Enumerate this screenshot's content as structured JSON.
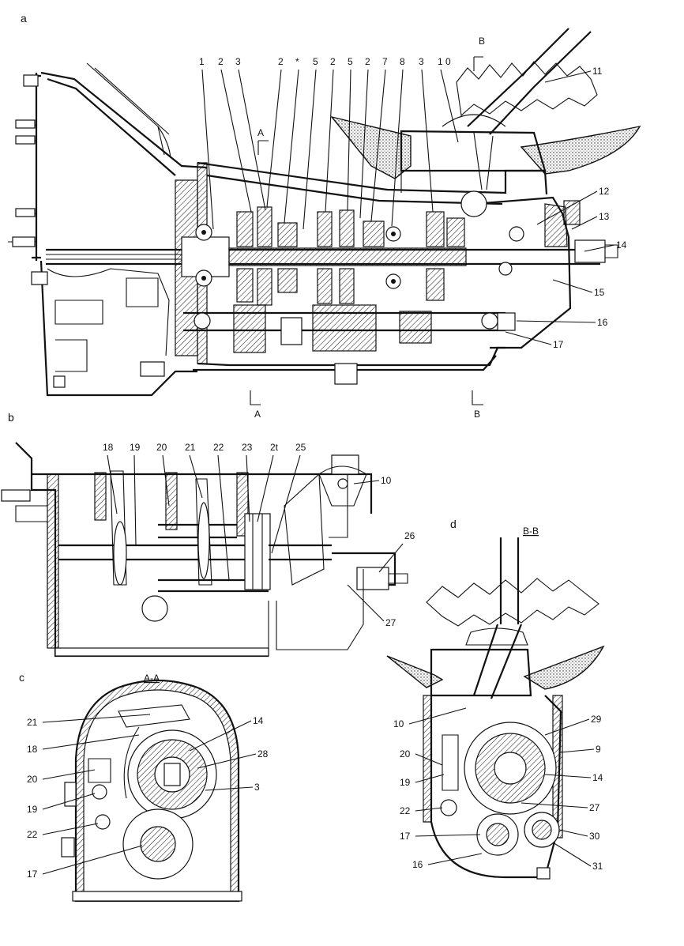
{
  "panels": {
    "a": "a",
    "b": "b",
    "c": "c",
    "d": "d"
  },
  "section_markers": {
    "a_top": "A",
    "a_bottom": "A",
    "b_top": "B",
    "b_bottom": "B"
  },
  "section_titles": {
    "c": "A-A",
    "d": "B-B"
  },
  "top_callouts": [
    "1",
    "2",
    "3",
    "2",
    "*",
    "5",
    "2",
    "5",
    "2",
    "7",
    "8",
    "3",
    "1 0"
  ],
  "a_right_callouts": [
    "11",
    "12",
    "13",
    "14",
    "15",
    "16",
    "17"
  ],
  "b_callouts": [
    "18",
    "19",
    "20",
    "21",
    "22",
    "23",
    "2t",
    "25",
    "10",
    "26",
    "27"
  ],
  "c_callouts": [
    "21",
    "18",
    "20",
    "19",
    "22",
    "17",
    "14",
    "28",
    "3"
  ],
  "d_callouts": [
    "10",
    "20",
    "19",
    "22",
    "17",
    "16",
    "29",
    "9",
    "14",
    "27",
    "30",
    "31"
  ]
}
